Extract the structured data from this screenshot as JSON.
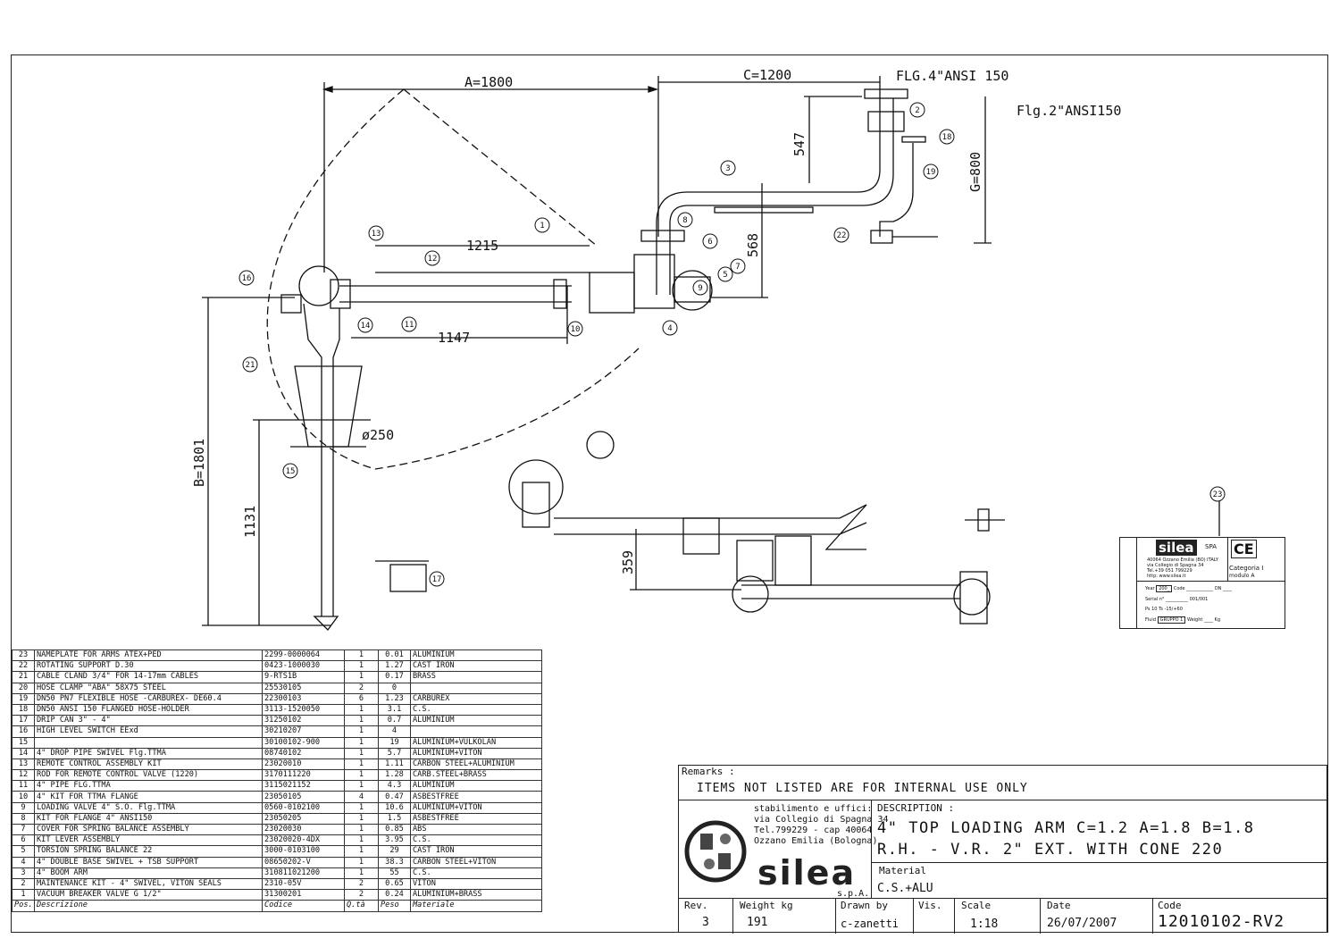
{
  "dimensions": {
    "A": "A=1800",
    "C": "C=1200",
    "B": "B=1801",
    "G": "G=800",
    "d547": "547",
    "d568": "568",
    "d1215": "1215",
    "d1147": "1147",
    "d1131": "1131",
    "d359": "359",
    "dia250": "ø250",
    "flange4": "FLG.4\"ANSI 150",
    "flange2": "Flg.2\"ANSI150"
  },
  "balloons": [
    "1",
    "2",
    "3",
    "4",
    "5",
    "6",
    "7",
    "8",
    "9",
    "10",
    "11",
    "12",
    "13",
    "14",
    "15",
    "16",
    "17",
    "18",
    "19",
    "21",
    "22",
    "23"
  ],
  "parts": [
    {
      "pos": "23",
      "desc": "NAMEPLATE  FOR ARMS ATEX+PED",
      "code": "2299-0000064",
      "qty": "1",
      "weight": "0.01",
      "material": "ALUMINIUM"
    },
    {
      "pos": "22",
      "desc": "ROTATING SUPPORT D.30",
      "code": "0423-1000030",
      "qty": "1",
      "weight": "1.27",
      "material": "CAST IRON"
    },
    {
      "pos": "21",
      "desc": "CABLE CLAND 3/4\" FOR 14-17mm CABLES",
      "code": "9-RTS1B",
      "qty": "1",
      "weight": "0.17",
      "material": "BRASS"
    },
    {
      "pos": "20",
      "desc": "HOSE CLAMP \"ABA\" 58X75 STEEL",
      "code": "25530105",
      "qty": "2",
      "weight": "0",
      "material": ""
    },
    {
      "pos": "19",
      "desc": "DN50 PN7 FLEXIBLE HOSE -CARBUREX- DE60.4",
      "code": "22300103",
      "qty": "6",
      "weight": "1.23",
      "material": "CARBUREX"
    },
    {
      "pos": "18",
      "desc": "DN50 ANSI 150 FLANGED HOSE-HOLDER",
      "code": "3113-1520050",
      "qty": "1",
      "weight": "3.1",
      "material": "C.S."
    },
    {
      "pos": "17",
      "desc": "DRIP CAN 3\" - 4\"",
      "code": "31250102",
      "qty": "1",
      "weight": "0.7",
      "material": "ALUMINIUM"
    },
    {
      "pos": "16",
      "desc": "HIGH LEVEL SWITCH EExd",
      "code": "30210207",
      "qty": "1",
      "weight": "4",
      "material": ""
    },
    {
      "pos": "15",
      "desc": "",
      "code": "30100102-900",
      "qty": "1",
      "weight": "19",
      "material": "ALUMINIUM+VULKOLAN"
    },
    {
      "pos": "14",
      "desc": "4\" DROP PIPE SWIVEL Flg.TTMA",
      "code": "08740102",
      "qty": "1",
      "weight": "5.7",
      "material": "ALUMINIUM+VITON"
    },
    {
      "pos": "13",
      "desc": "REMOTE CONTROL ASSEMBLY KIT",
      "code": "23020010",
      "qty": "1",
      "weight": "1.11",
      "material": "CARBON STEEL+ALUMINIUM"
    },
    {
      "pos": "12",
      "desc": "ROD FOR REMOTE CONTROL VALVE (1220)",
      "code": "3170111220",
      "qty": "1",
      "weight": "1.28",
      "material": "CARB.STEEL+BRASS"
    },
    {
      "pos": "11",
      "desc": "4\" PIPE FLG.TTMA",
      "code": "3115021152",
      "qty": "1",
      "weight": "4.3",
      "material": "ALUMINIUM"
    },
    {
      "pos": "10",
      "desc": "4\" KIT FOR TTMA FLANGE",
      "code": "23050105",
      "qty": "4",
      "weight": "0.47",
      "material": "ASBESTFREE"
    },
    {
      "pos": "9",
      "desc": "LOADING VALVE 4\" S.O. Flg.TTMA",
      "code": "0560-0102100",
      "qty": "1",
      "weight": "10.6",
      "material": "ALUMINIUM+VITON"
    },
    {
      "pos": "8",
      "desc": "KIT FOR FLANGE 4\" ANSI150",
      "code": "23050205",
      "qty": "1",
      "weight": "1.5",
      "material": "ASBESTFREE"
    },
    {
      "pos": "7",
      "desc": "COVER FOR SPRING BALANCE ASSEMBLY",
      "code": "23020030",
      "qty": "1",
      "weight": "0.85",
      "material": "ABS"
    },
    {
      "pos": "6",
      "desc": "KIT LEVER ASSEMBLY",
      "code": "23020020-4DX",
      "qty": "1",
      "weight": "3.95",
      "material": "C.S."
    },
    {
      "pos": "5",
      "desc": "TORSION SPRING BALANCE 22",
      "code": "3000-0103100",
      "qty": "1",
      "weight": "29",
      "material": "CAST IRON"
    },
    {
      "pos": "4",
      "desc": "4\" DOUBLE BASE SWIVEL + TSB SUPPORT",
      "code": "08650202-V",
      "qty": "1",
      "weight": "38.3",
      "material": "CARBON STEEL+VITON"
    },
    {
      "pos": "3",
      "desc": "4\" BOOM ARM",
      "code": "310811021200",
      "qty": "1",
      "weight": "55",
      "material": "C.S."
    },
    {
      "pos": "2",
      "desc": "MAINTENANCE KIT - 4\" SWIVEL, VITON SEALS",
      "code": "2310-05V",
      "qty": "2",
      "weight": "0.65",
      "material": "VITON"
    },
    {
      "pos": "1",
      "desc": "VACUUM BREAKER VALVE G 1/2\"",
      "code": "31300201",
      "qty": "2",
      "weight": "0.24",
      "material": "ALUMINIUM+BRASS"
    }
  ],
  "parts_header": {
    "pos": "Pos.",
    "desc": "Descrizione",
    "code": "Codice",
    "qty": "Q.tà",
    "weight": "Peso",
    "material": "Materiale"
  },
  "title_block": {
    "remarks_label": "Remarks :",
    "remarks_text": "ITEMS NOT  LISTED ARE FOR INTERNAL USE ONLY",
    "company_address": [
      "stabilimento e uffici:",
      "via Collegio di Spagna 34",
      "Tel.799229 - cap 40064",
      "Ozzano Emilia (Bologna)"
    ],
    "logo_text": "silea",
    "logo_suffix": "s.p.A.",
    "description_label": "DESCRIPTION :",
    "description_line1": "4\" TOP LOADING ARM  C=1.2 A=1.8 B=1.8",
    "description_line2": "R.H. -  V.R. 2\" EXT. WITH CONE 220",
    "material_label": "Material",
    "material_value": "C.S.+ALU",
    "rev_label": "Rev.",
    "rev_value": "3",
    "weight_label": "Weight kg",
    "weight_value": "191",
    "drawn_label": "Drawn by",
    "drawn_value": "c-zanetti",
    "vis_label": "Vis.",
    "scale_label": "Scale",
    "scale_value": "1:18",
    "date_label": "Date",
    "date_value": "26/07/2007",
    "code_label": "Code",
    "code_value": "12010102-RV2"
  },
  "nameplate": {
    "brand": "silea",
    "spa": "SPA",
    "address": [
      "40064 Ozzano Emilia (BO) ITALY",
      "via Collegio di Spagna 34",
      "Tel.+39 051 799229",
      "http: www.silea.it"
    ],
    "ce": "CE",
    "categoria": "Categoria I",
    "modulo": "modulo A",
    "year_label": "Year",
    "year_value": "200_",
    "code_label": "Code",
    "dn_label": "DN",
    "serial_label": "Serial n°",
    "serial_value": "001/001",
    "fluid_label": "Fluid",
    "fluid_value": "GRUPPO 1",
    "weight_label": "Weight",
    "weight_unit": "Kg",
    "ps_value": "10",
    "ts_value": "-15/+60"
  }
}
